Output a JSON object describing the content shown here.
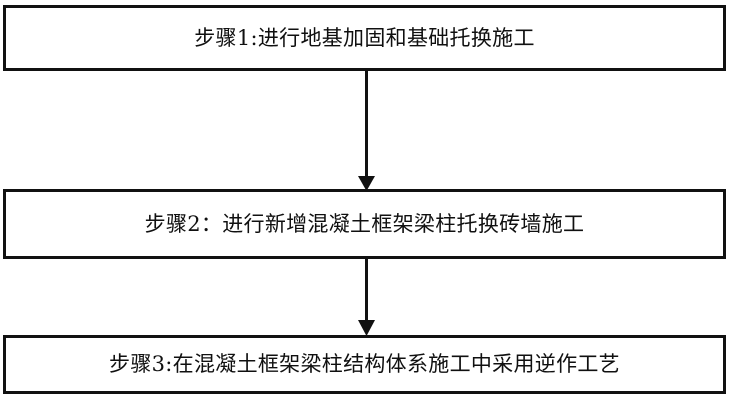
{
  "diagram": {
    "type": "vertical-flowchart",
    "orientation": "top-to-bottom",
    "background_color": "#ffffff",
    "border_color": "#111111",
    "text_color": "#101010",
    "steps": [
      {
        "id": "step-1",
        "number": "1",
        "label": "步骤1:进行地基加固和基础托换施工"
      },
      {
        "id": "step-2",
        "number": "2",
        "label": "步骤2：进行新增混凝土框架梁柱托换砖墙施工"
      },
      {
        "id": "step-3",
        "number": "3",
        "label": "步骤3:在混凝土框架梁柱结构体系施工中采用逆作工艺"
      }
    ],
    "connectors": [
      {
        "id": "connector-1",
        "from": "step-1",
        "to": "step-2",
        "style": "solid-line-with-filled-arrowhead"
      },
      {
        "id": "connector-2",
        "from": "step-2",
        "to": "step-3",
        "style": "solid-line-with-filled-arrowhead"
      }
    ]
  }
}
